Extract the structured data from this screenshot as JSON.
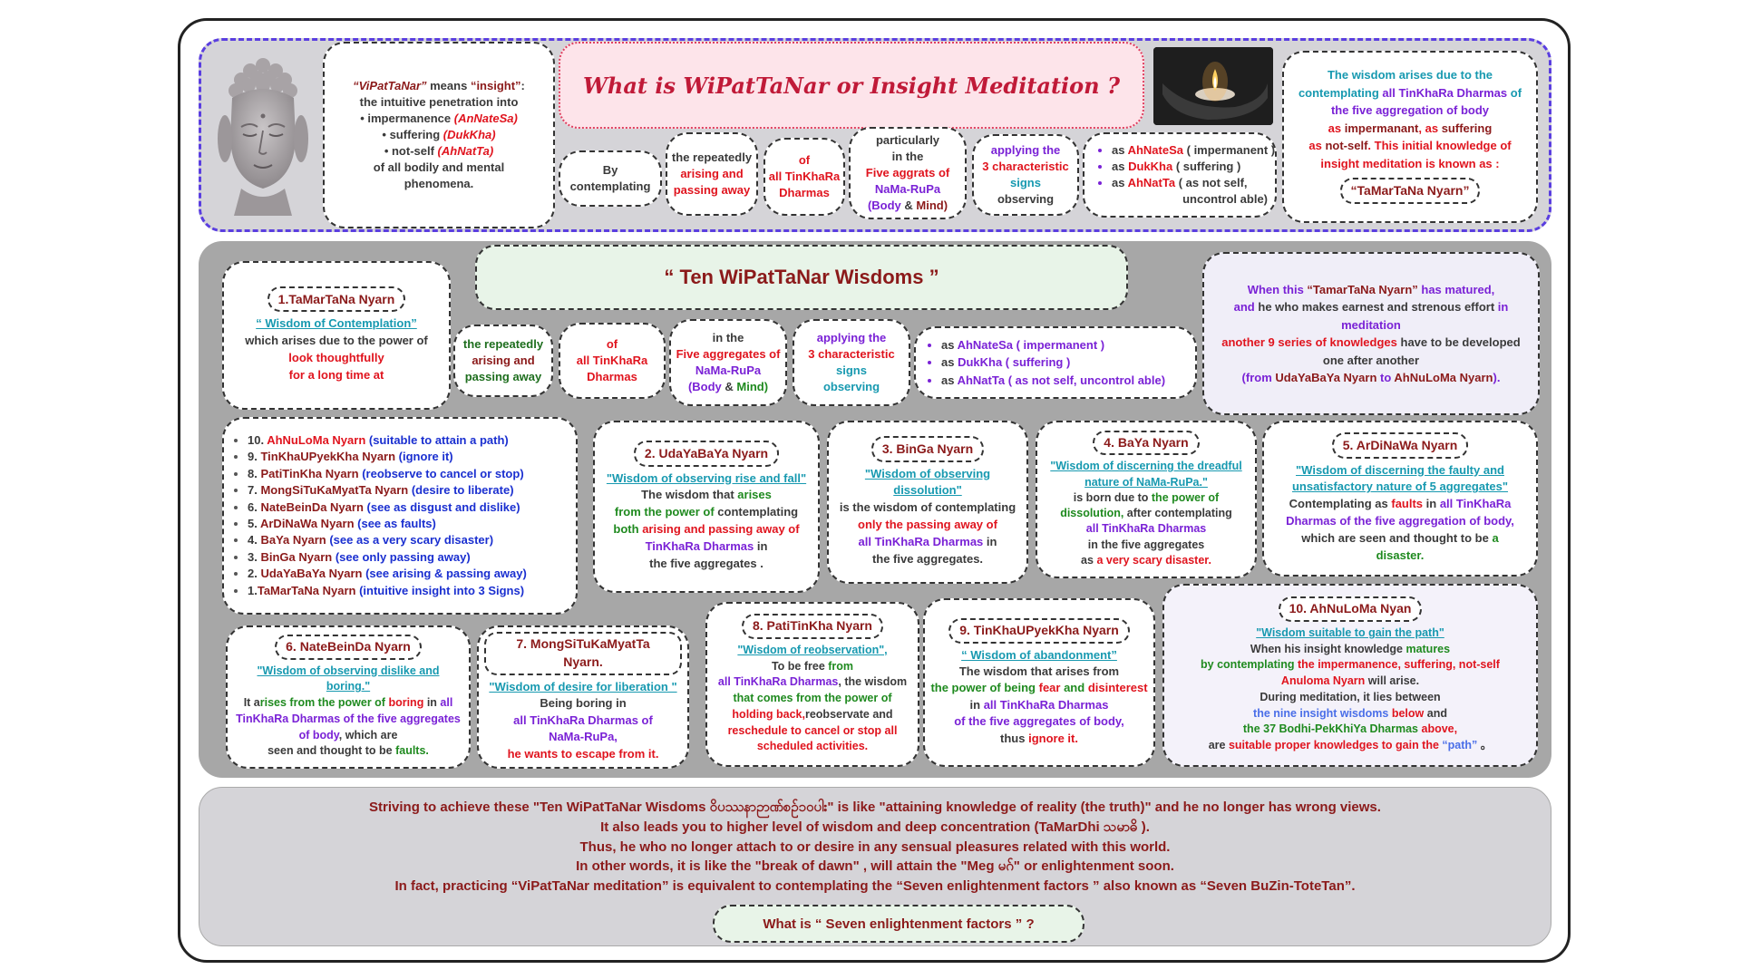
{
  "header": {
    "title": "What is WiPatTaNar  or Insight Meditation ?",
    "vipat_def": {
      "l1a": "“ViPatTaNar”",
      "l1b": " means ",
      "l1c": "“insight”",
      "l1d": ":",
      "l2": "the intuitive penetration into",
      "l3a": "• impermanence ",
      "l3b": "(AnNateSa)",
      "l4a": "• suffering ",
      "l4b": "(DukKha)",
      "l5a": "• not-self ",
      "l5b": "(AhNatTa)",
      "l6": "of all bodily and mental",
      "l7": "phenomena."
    },
    "by": [
      "By",
      "contemplating"
    ],
    "rep": [
      "the repeatedly",
      "arising and",
      "passing away"
    ],
    "of": [
      "of",
      "all TinKhaRa",
      "Dharmas"
    ],
    "part": {
      "l1": "particularly",
      "l2": "in the",
      "l3": "Five aggrats of",
      "l4": "NaMa-RuPa",
      "l5a": "(Body",
      "l5b": " & ",
      "l5c": "Mind)"
    },
    "apply": [
      "applying the",
      "3 characteristic",
      "signs",
      "observing"
    ],
    "as": {
      "i1a": "as ",
      "i1b": "AhNateSa",
      "i1c": " ( impermanent )",
      "i2a": "as ",
      "i2b": "DukKha",
      "i2c": " ( suffering )",
      "i3a": "as ",
      "i3b": "AhNatTa",
      "i3c": " ( as not self,",
      "i4": "uncontrol able)"
    },
    "right": {
      "l1": "The wisdom arises due to the",
      "l2a": "contemplating ",
      "l2b": "all TinKhaRa Dharmas",
      "l2c": " of",
      "l3": "the five aggregation of body",
      "l4a": "as ",
      "l4b": "impermanant",
      "l4c": ", as ",
      "l4d": "suffering",
      "l5a": "as ",
      "l5b": "not-self",
      "l5c": ". This initial knowledge of",
      "l6": "insight meditation is known as :",
      "pill": "“TaMarTaNa  Nyarn”"
    }
  },
  "ten": {
    "title": "“ Ten  WiPatTaNar Wisdoms ”",
    "w1": {
      "pill": "1.TaMarTaNa Nyarn",
      "sub": "“ Wisdom of Contemplation”",
      "l1": "which arises due to the power of",
      "l2": "look thoughtfully",
      "l3": "for a long time at"
    },
    "rep": [
      "the repeatedly",
      "arising and",
      "passing away"
    ],
    "of": [
      "of",
      "all TinKhaRa",
      "Dharmas"
    ],
    "five": {
      "l1": "in the",
      "l2": "Five aggregates of",
      "l3": "NaMa-RuPa",
      "l4a": "(Body",
      "l4b": " & ",
      "l4c": "Mind)"
    },
    "apply": [
      "applying the",
      "3 characteristic",
      "signs",
      "observing"
    ],
    "as": {
      "i1a": "as ",
      "i1b": "AhNateSa ( impermanent )",
      "i2a": "as ",
      "i2b": "DukKha ( suffering )",
      "i3a": "as ",
      "i3b": "AhNatTa  ( as not self, uncontrol able)"
    },
    "matured": {
      "l1a": "When this ",
      "l1b": "“TamarTaNa Nyarn”",
      "l1c": " has matured,",
      "l2a": "and",
      "l2b": " he who makes earnest and strenous  effort ",
      "l2c": "in",
      "l3": "meditation",
      "l4a": "another 9 series of knowledges",
      "l4b": " have to be developed",
      "l5": "one after another",
      "l6a": "(from ",
      "l6b": "UdaYaBaYa Nyarn",
      "l6c": "  to ",
      "l6d": "AhNuLoMa Nyarn",
      "l6e": ")."
    },
    "list": [
      {
        "n": "10. ",
        "name": "AhNuLoMa Nyarn",
        "desc": "  (suitable to attain a path)"
      },
      {
        "n": "9. ",
        "name": "TinKhaUPyekKha Nyarn",
        "desc": "  (ignore it)"
      },
      {
        "n": "8. ",
        "name": "PatiTinKha Nyarn",
        "desc": "  (reobserve to cancel or stop)"
      },
      {
        "n": "7. ",
        "name": "MongSiTuKaMyatTa Nyarn",
        "desc": "  (desire to liberate)"
      },
      {
        "n": "6. ",
        "name": "NateBeinDa Nyarn",
        "desc": "  (see as disgust and dislike)"
      },
      {
        "n": "5. ",
        "name": "ArDiNaWa Nyarn",
        "desc": "  (see as faults)"
      },
      {
        "n": "4.  ",
        "name": "BaYa Nyarn",
        "desc": "  (see as a very scary disaster)"
      },
      {
        "n": "3. ",
        "name": "BinGa Nyarn",
        "desc": "  (see only passing away)"
      },
      {
        "n": "2. ",
        "name": "UdaYaBaYa Nyarn",
        "desc": "  (see arising & passing away)"
      },
      {
        "n": "1.",
        "name": "TaMarTaNa Nyarn",
        "desc": "  (intuitive insight into 3 Signs)"
      }
    ],
    "w2": {
      "pill": "2. UdaYaBaYa Nyarn",
      "sub": "\"Wisdom of observing rise and fall\"",
      "l1a": "The wisdom that ",
      "l1b": "arises",
      "l2a": "from the power of",
      "l2b": "  contemplating",
      "l3a": "both",
      "l3b": "  arising and passing away of",
      "l4a": "TinKhaRa Dharmas",
      "l4b": " in",
      "l5": "the five aggregates ."
    },
    "w3": {
      "pill": "3. BinGa Nyarn",
      "sub1": "\"Wisdom of observing",
      "sub2": "dissolution\"",
      "l1": "is the wisdom of contemplating",
      "l2a": "only the",
      "l2b": "  passing away of",
      "l3a": "all TinKhaRa Dharmas",
      "l3b": " in",
      "l4": "the five aggregates."
    },
    "w4": {
      "pill": "4. BaYa Nyarn",
      "sub1": "\"Wisdom of discerning the dreadful",
      "sub2": "nature of NaMa-RuPa.\"",
      "l1a": "is born due to ",
      "l1b": "the power of",
      "l2a": "dissolution,",
      "l2b": " after contemplating",
      "l3": "all TinKhaRa Dharmas",
      "l4": "in the five aggregates",
      "l5a": "as ",
      "l5b": "a very scary disaster."
    },
    "w5": {
      "pill": "5. ArDiNaWa Nyarn",
      "sub1": "\"Wisdom of discerning the faulty and",
      "sub2": "unsatisfactory nature of 5 aggregates\"",
      "l1a": "Contemplating as ",
      "l1b": "faults",
      "l1c": " in ",
      "l1d": "all TinKhaRa",
      "l2": "Dharmas of the five aggregation of body,",
      "l3a": "which are seen and thought to be ",
      "l3b": "a",
      "l4": "disaster."
    },
    "w6": {
      "pill": "6. NateBeinDa Nyarn",
      "sub1": "\"Wisdom of observing dislike and",
      "sub2": "boring.\"",
      "l1a": "It a",
      "l1b": "rises from the power of ",
      "l1c": "boring",
      "l1d": " in ",
      "l1e": "all",
      "l2": "TinKhaRa Dharmas of the five aggregates",
      "l3a": "of body",
      "l3b": ", which are",
      "l4a": "seen and thought to be ",
      "l4b": "faults."
    },
    "w7": {
      "pill": "7. MongSiTuKaMyatTa Nyarn.",
      "sub": "\"Wisdom of desire for liberation \"",
      "l1": "Being boring in",
      "l2": "all TinKhaRa Dharmas of",
      "l3": "NaMa-RuPa,",
      "l4": "he wants to escape from it."
    },
    "w8": {
      "pill": "8. PatiTinKha Nyarn",
      "sub": "\"Wisdom of reobservation\",",
      "l1a": "To be free ",
      "l1b": "from",
      "l2a": "all TinKhaRa Dharmas",
      "l2b": ", the wisdom",
      "l3": "that comes from the power of",
      "l4a": "holding back,",
      "l4b": "reobservate and",
      "l5": "reschedule to cancel or stop all",
      "l6": "scheduled activities."
    },
    "w9": {
      "pill": "9. TinKhaUPyekKha Nyarn",
      "sub": "“ Wisdom of abandonment”",
      "l1": "The wisdom that arises from",
      "l2a": "the power of being ",
      "l2b": "fear",
      "l2c": " and ",
      "l2d": "disinterest",
      "l3a": "in ",
      "l3b": "all TinKhaRa Dharmas",
      "l4": "of the five aggregates of body,",
      "l5a": "thus ",
      "l5b": "ignore it."
    },
    "w10": {
      "pill": "10. AhNuLoMa Nyan",
      "sub": "\"Wisdom suitable to gain the path\"",
      "l1a": "When his insight knowledge ",
      "l1b": "matures",
      "l2a": "by contemplating ",
      "l2b": "the impermanence, suffering, not-self",
      "l3a": "Anuloma Nyarn",
      "l3b": " will arise.",
      "l4": "During meditation, it lies between",
      "l5a": "the nine insight wisdoms",
      "l5b": " below",
      "l5c": " and",
      "l6a": "the 37 Bodhi-PekKhiYa Dharmas",
      "l6b": "  above,",
      "l7a": "are ",
      "l7b": "suitable proper knowledges to gain the ",
      "l7c": "“path”",
      "l7d": " 。"
    }
  },
  "footer": {
    "l1": "Striving to achieve these \"Ten  WiPatTaNar Wisdoms ဝိပဿနာဉာဏ်စဉ်၁၀ပါး\" is like  \"attaining knowledge of reality (the truth)\" and he no longer has wrong views.",
    "l2": "It also leads you to higher level of wisdom and deep concentration (TaMarDhi သမာဓိ ).",
    "l3": "Thus, he who no longer attach to or desire in any sensual pleasures related with this world.",
    "l4": "In other words, it is like the \"break of dawn\" , will attain the \"Meg မဂ်\" or enlightenment soon.",
    "l5": "In fact, practicing “ViPatTaNar meditation” is equivalent to contemplating the “Seven enlightenment factors ” also known as “Seven BuZin-ToteTan”.",
    "button": "What is “ Seven enlightenment factors ” ?"
  }
}
